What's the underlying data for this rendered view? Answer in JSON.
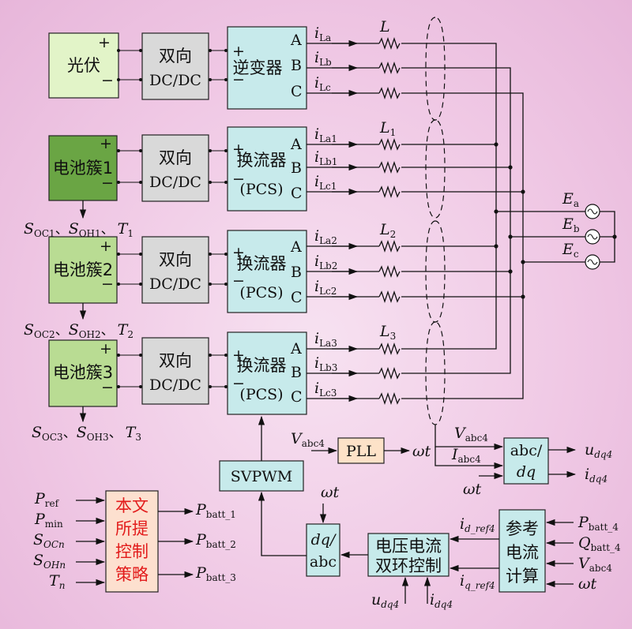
{
  "sources": {
    "pv": "光伏",
    "battery_1": "电池簇1",
    "battery_2": "电池簇2",
    "battery_3": "电池簇3"
  },
  "dcdc": {
    "line1": "双向",
    "line2": "DC/DC"
  },
  "inverter": "逆变器",
  "pcs": {
    "line1": "换流器",
    "line2": "(PCS)"
  },
  "phases": [
    "A",
    "B",
    "C"
  ],
  "inductors": {
    "L": "L",
    "L1": "L",
    "L1_sub": "1",
    "L2": "L",
    "L2_sub": "2",
    "L3": "L",
    "L3_sub": "3"
  },
  "currents": {
    "i": "i",
    "row0": [
      "La",
      "Lb",
      "Lc"
    ],
    "row1": [
      "La1",
      "Lb1",
      "Lc1"
    ],
    "row2": [
      "La2",
      "Lb2",
      "Lc2"
    ],
    "row3": [
      "La3",
      "Lb3",
      "Lc3"
    ]
  },
  "grid": {
    "E": "E",
    "subs": [
      "a",
      "b",
      "c"
    ]
  },
  "battery_labels": {
    "S": "S",
    "T": "T",
    "sep": "、",
    "soc": [
      "OC1",
      "OC2",
      "OC3"
    ],
    "soh": [
      "OH1",
      "OH2",
      "OH3"
    ],
    "t": [
      "1",
      "2",
      "3"
    ]
  },
  "control": {
    "svpwm": "SVPWM",
    "pll": "PLL",
    "pll_in": "V",
    "pll_in_sub": "abc4",
    "omega_t": "ωt",
    "abc_dq": {
      "top": "abc/",
      "bottom": "dq"
    },
    "dq_abc": {
      "top": "dq/",
      "bottom": "abc"
    },
    "abc_dq_in": {
      "V": "V",
      "V_sub": "abc4",
      "I": "I",
      "I_sub": "abc4"
    },
    "abc_dq_out": {
      "u": "u",
      "u_sub": "dq4",
      "i": "i",
      "i_sub": "dq4"
    },
    "dual_loop": {
      "line1": "电压电流",
      "line2": "双环控制"
    },
    "dual_loop_in": {
      "u": "u",
      "u_sub": "dq4",
      "i": "i",
      "i_sub": "dq4"
    },
    "ref_calc": {
      "line1": "参考",
      "line2": "电流",
      "line3": "计算"
    },
    "ref_in": {
      "P": "P",
      "P_sub": "batt_4",
      "Q": "Q",
      "Q_sub": "batt_4",
      "V": "V",
      "V_sub": "abc4"
    },
    "ref_out": {
      "i": "i",
      "d_sub": "d_ref4",
      "q_sub": "q_ref4"
    },
    "strategy": [
      "本文",
      "所提",
      "控制",
      "策略"
    ],
    "strategy_in": [
      {
        "m": "P",
        "sub": "ref"
      },
      {
        "m": "P",
        "sub": "min"
      },
      {
        "m": "S",
        "sub": "OCn"
      },
      {
        "m": "S",
        "sub": "OHn"
      },
      {
        "m": "T",
        "sub": "n"
      }
    ],
    "strategy_out": [
      {
        "m": "P",
        "sub": "batt_1"
      },
      {
        "m": "P",
        "sub": "batt_2"
      },
      {
        "m": "P",
        "sub": "batt_3"
      }
    ]
  },
  "colors": {
    "pv_box": "#e2f4c8",
    "battery_dark": "#6aa544",
    "battery_light": "#b9dc93",
    "dcdc_box": "#d9d9d9",
    "converter_box": "#c7eaeb",
    "pll_box": "#fde2c8",
    "strategy_box": "#fde0cf",
    "strategy_text": "#e21b1b",
    "control_box": "#c7eaeb"
  }
}
